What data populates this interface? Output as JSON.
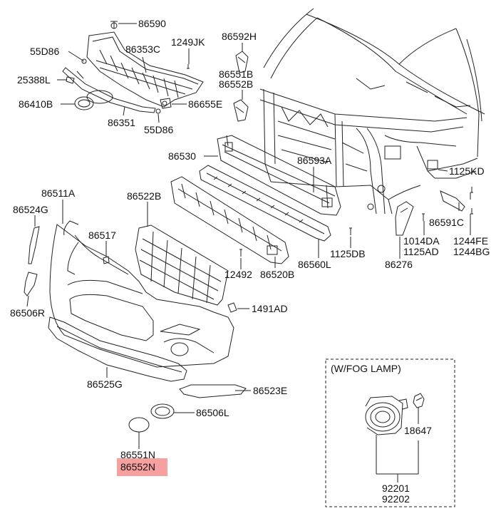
{
  "parts": {
    "p86590": "86590",
    "p55d86_top": "55D86",
    "p86353c": "86353C",
    "p1249jk": "1249JK",
    "p25388l": "25388L",
    "p86410b": "86410B",
    "p86351": "86351",
    "p55d86_bottom": "55D86",
    "p86655e": "86655E",
    "p86592h": "86592H",
    "p86551b": "86551B",
    "p86552b": "86552B",
    "p86530": "86530",
    "p86593a": "86593A",
    "p1125kd": "1125KD",
    "p86511a": "86511A",
    "p86522b": "86522B",
    "p86524g": "86524G",
    "p86517": "86517",
    "p86591c": "86591C",
    "p1014da": "1014DA",
    "p1125ad": "1125AD",
    "p1244fe": "1244FE",
    "p1244bg": "1244BG",
    "p1125db": "1125DB",
    "p12492": "12492",
    "p86520b": "86520B",
    "p86560l": "86560L",
    "p86276": "86276",
    "p86506r": "86506R",
    "p1491ad": "1491AD",
    "p86525g": "86525G",
    "p86523e": "86523E",
    "p86506l": "86506L",
    "p86551n": "86551N",
    "p86552n": "86552N",
    "p18647": "18647",
    "p92201": "92201",
    "p92202": "92202"
  },
  "fog_lamp_box": {
    "title": "(W/FOG LAMP)"
  },
  "highlight_color": "#f7a0a0"
}
